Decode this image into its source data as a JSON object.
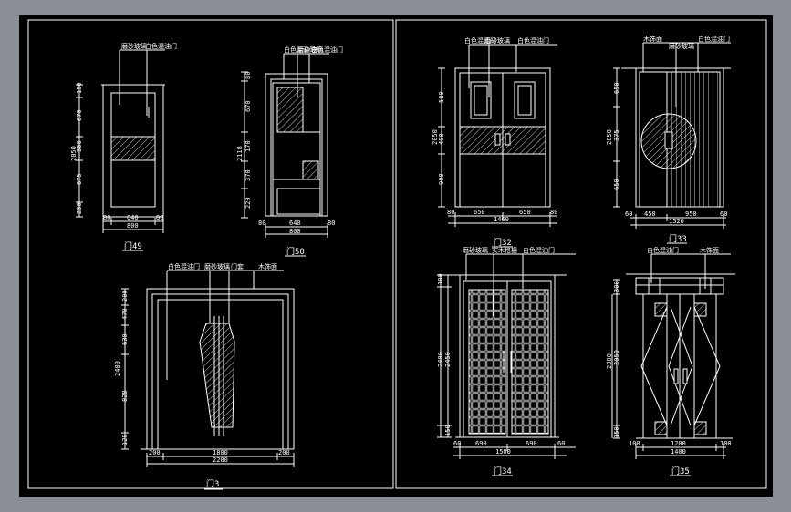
{
  "drawing": {
    "panels": [
      "left",
      "right"
    ],
    "colors": {
      "background": "#000000",
      "line": "#ffffff",
      "outer": "#8a8e96"
    }
  },
  "doors": {
    "d49": {
      "caption": "门49",
      "callouts": [
        "磨砂玻璃",
        "白色混油门"
      ],
      "widths": [
        "80",
        "640",
        "80",
        "800"
      ],
      "heights": [
        "150",
        "670",
        "300",
        "675",
        "230",
        "2050"
      ]
    },
    "d50": {
      "caption": "门50",
      "callouts": [
        "白色混油门",
        "磨砂玻璃",
        "白色混油门"
      ],
      "widths": [
        "80",
        "640",
        "80",
        "800"
      ],
      "heights": [
        "80",
        "670",
        "170",
        "370",
        "220",
        "2118"
      ]
    },
    "d3": {
      "caption": "门3",
      "callouts": [
        "白色混油门",
        "磨砂玻璃",
        "门套",
        "木饰面"
      ],
      "widths": [
        "200",
        "1800",
        "200",
        "2200"
      ],
      "heights": [
        "200",
        "470",
        "630",
        "828",
        "120",
        "2400"
      ]
    },
    "d32": {
      "caption": "门32",
      "callouts": [
        "白色混油门",
        "磨砂玻璃",
        "白色混油门"
      ],
      "widths": [
        "80",
        "650",
        "650",
        "80",
        "1460"
      ],
      "heights": [
        "580",
        "400",
        "900",
        "2050"
      ]
    },
    "d33": {
      "caption": "门33",
      "callouts": [
        "木饰面",
        "磨砂玻璃",
        "白色混油门"
      ],
      "widths": [
        "60",
        "450",
        "950",
        "60",
        "1520"
      ],
      "heights": [
        "650",
        "375",
        "650",
        "2050"
      ]
    },
    "d34": {
      "caption": "门34",
      "callouts": [
        "磨砂玻璃",
        "实木格栅",
        "白色混油门"
      ],
      "widths": [
        "60",
        "690",
        "690",
        "60",
        "1500"
      ],
      "heights": [
        "100",
        "2400",
        "2450",
        "150"
      ]
    },
    "d35": {
      "caption": "门35",
      "callouts": [
        "白色混油门",
        "木饰面"
      ],
      "widths": [
        "100",
        "1200",
        "100",
        "1400"
      ],
      "heights": [
        "300",
        "2050",
        "2300",
        "150"
      ]
    }
  }
}
